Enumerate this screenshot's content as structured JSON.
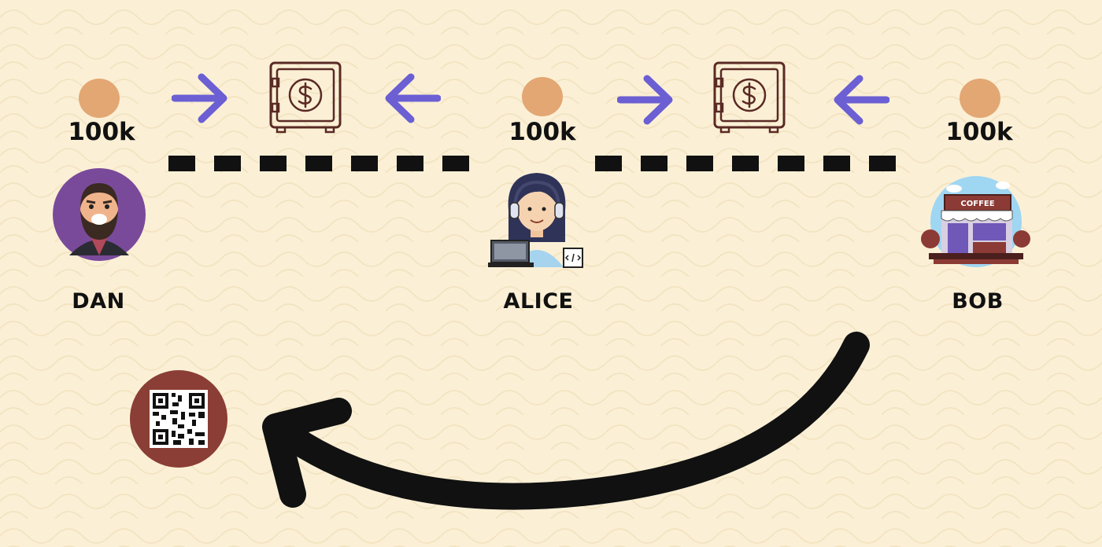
{
  "nodes": {
    "dan": {
      "name": "DAN",
      "balance": "100k"
    },
    "alice": {
      "name": "ALICE",
      "balance": "100k"
    },
    "bob": {
      "name": "BOB",
      "balance": "100k"
    }
  },
  "store_sign": "COFFEE",
  "colors": {
    "background": "#fbf0d6",
    "arrow": "#6b5fd3",
    "balance_dot": "#e3a773",
    "safe_stroke": "#5a2a24",
    "channel": "#111111",
    "qr_circle": "#8b3e35"
  },
  "icons": {
    "safe": "safe-icon",
    "qr": "qr-code-icon",
    "dan_avatar": "bearded-man-icon",
    "alice_avatar": "developer-woman-icon",
    "bob_avatar": "coffee-shop-icon",
    "return_arrow": "curved-arrow-icon"
  }
}
